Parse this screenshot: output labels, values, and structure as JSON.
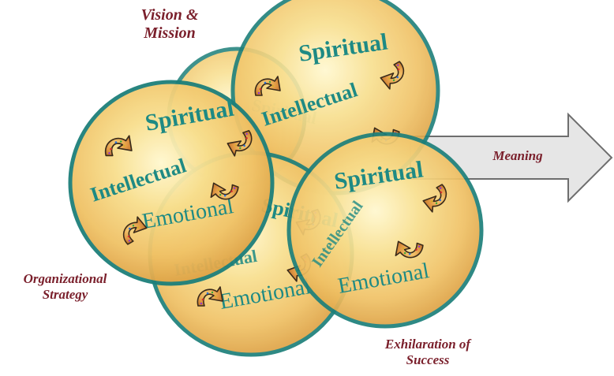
{
  "colors": {
    "caption": "#7a1f2b",
    "circle_border": "#1d7f7a",
    "circle_fill_light": "#fff7c2",
    "circle_fill_mid": "#f3cf73",
    "circle_fill_dark": "#d89a3a",
    "word": "#1e8a84",
    "arrow_fill": "#e6e6e6",
    "arrow_stroke": "#6e6e6e",
    "swirl_outline": "#3a2a1a",
    "swirl_fill": "#e39a4a"
  },
  "captions": {
    "vision": [
      "Vision &",
      "Mission"
    ],
    "organizational": [
      "Organizational",
      "Strategy"
    ],
    "exhilaration": [
      "Exhilaration of",
      "Success"
    ]
  },
  "arrow": {
    "label": "Meaning"
  },
  "circle_words": {
    "spiritual": "Spiritual",
    "intellectual": "Intellectual",
    "emotional": "Emotional"
  },
  "circles": [
    {
      "name": "circle-back",
      "show": [
        "spiritual",
        "intellectual"
      ]
    },
    {
      "name": "circle-top",
      "show": [
        "spiritual",
        "intellectual"
      ]
    },
    {
      "name": "circle-bottom",
      "show": [
        "spiritual",
        "intellectual",
        "emotional"
      ]
    },
    {
      "name": "circle-right",
      "show": [
        "spiritual",
        "intellectual",
        "emotional"
      ]
    },
    {
      "name": "circle-left",
      "show": [
        "spiritual",
        "intellectual",
        "emotional"
      ]
    }
  ]
}
